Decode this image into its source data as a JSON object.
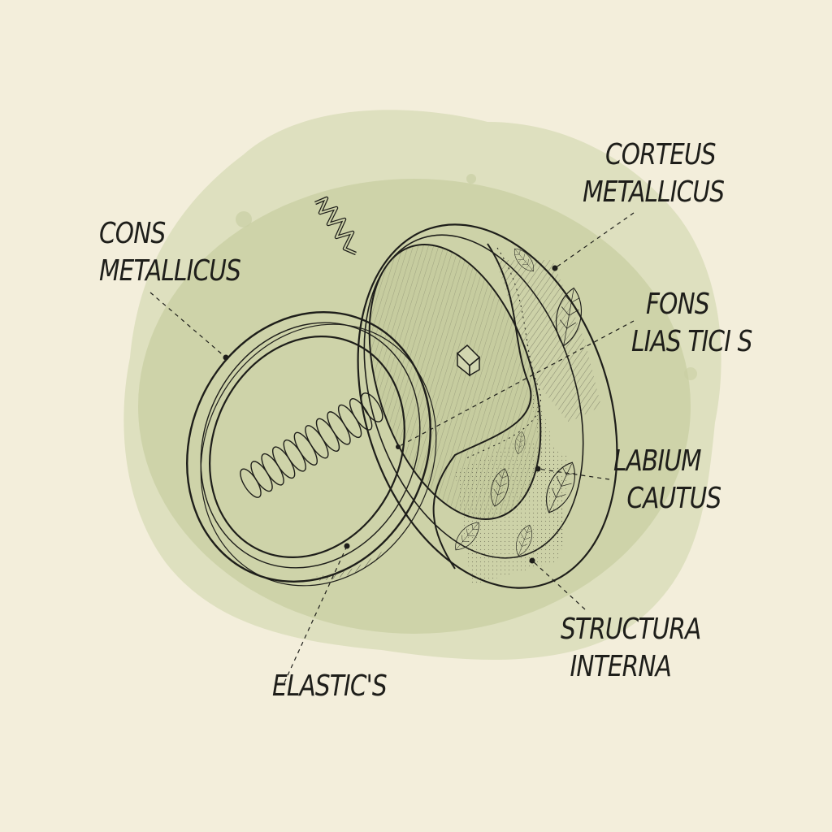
{
  "diagram": {
    "subject": "exploded ring illustration",
    "colors": {
      "paper": "#f3eedb",
      "wash": "#c9cfa4",
      "wash_light": "#d7dbb6",
      "ink": "#1e1e1a",
      "inner_fill": "#ccd0a6"
    },
    "labels": [
      {
        "id": "cons-metallicus",
        "lines": [
          "CONS",
          "METALLICUS"
        ]
      },
      {
        "id": "corteus-metallicus",
        "lines": [
          "CORTEUS",
          "METALLICUS"
        ]
      },
      {
        "id": "fons-liasticis",
        "lines": [
          "FONS",
          "LIAS TICI S"
        ]
      },
      {
        "id": "labium-cautus",
        "lines": [
          "LABIUM",
          "CAUTUS"
        ]
      },
      {
        "id": "structura-interna",
        "lines": [
          "STRUCTURA",
          "INTERNA"
        ]
      },
      {
        "id": "elasticis",
        "lines": [
          "ELASTIC'S"
        ]
      }
    ],
    "parts": [
      "outer-ring-band",
      "inner-ring",
      "coil-spring",
      "small-spring",
      "small-block",
      "leaf-engraving"
    ]
  }
}
